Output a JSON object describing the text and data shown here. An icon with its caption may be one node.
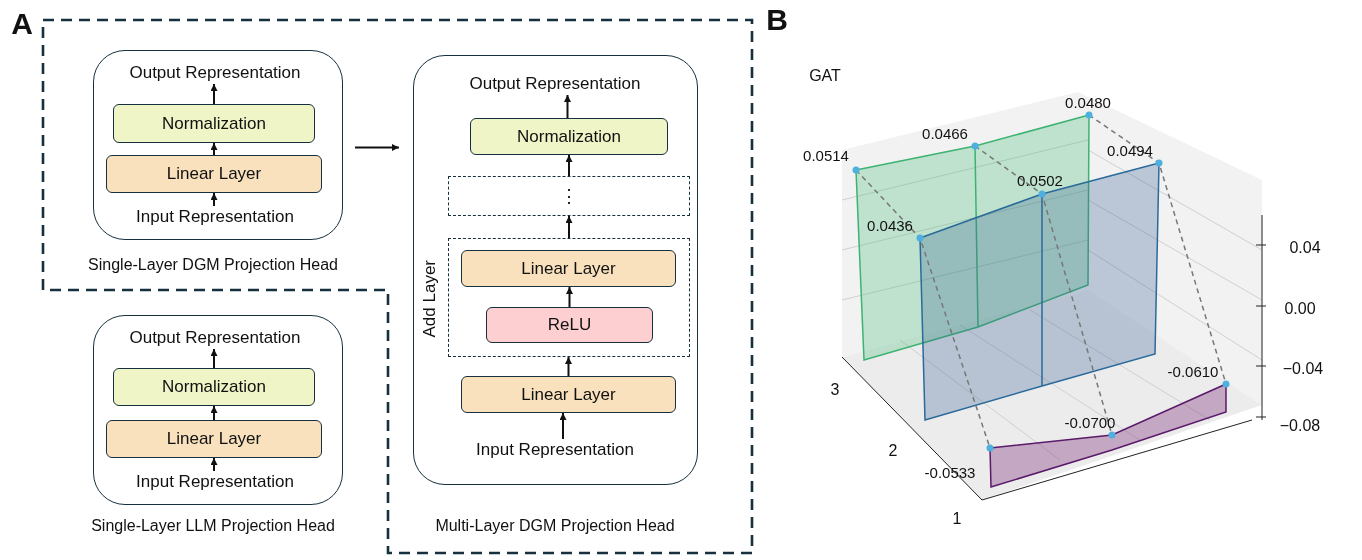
{
  "diagram": {
    "nodes": [
      {
        "text": [
          "Single-Layer DGM Projection Head"
        ]
      },
      {
        "text": [
          "Output Representation"
        ],
        "in": 0
      },
      {
        "text": [
          "Normalization"
        ],
        "in": 0
      },
      {
        "text": [
          "Linear Layer"
        ],
        "in": 0
      },
      {
        "text": [
          "Input Representation"
        ],
        "in": 0
      },
      {
        "text": [
          "Single-Layer LLM Projection Head"
        ]
      },
      {
        "text": [
          "Output Representation"
        ],
        "in": 5
      },
      {
        "text": [
          "Normalization"
        ],
        "in": 5
      },
      {
        "text": [
          "Linear Layer"
        ],
        "in": 5
      },
      {
        "text": [
          "Input Representation"
        ],
        "in": 5
      },
      {
        "text": [
          "Multi-Layer DGM Projection Head"
        ]
      },
      {
        "text": [
          "Output Representation"
        ],
        "in": 10
      },
      {
        "text": [
          "Normalization"
        ],
        "in": 10
      },
      {
        "text": [
          "⋮"
        ],
        "in": 10
      },
      {
        "text": [
          "Add Layer"
        ],
        "in": 10
      },
      {
        "text": [
          "Linear Layer"
        ],
        "in": 14
      },
      {
        "text": [
          "ReLU"
        ],
        "in": 14
      },
      {
        "text": [
          "Linear Layer"
        ],
        "in": 10
      },
      {
        "text": [
          "Input Representation"
        ],
        "in": 10
      }
    ],
    "edges": [
      {
        "from": 4,
        "to": 3,
        "arrow": "to"
      },
      {
        "from": 3,
        "to": 2,
        "arrow": "to"
      },
      {
        "from": 2,
        "to": 1,
        "arrow": "to"
      },
      {
        "from": 9,
        "to": 8,
        "arrow": "to"
      },
      {
        "from": 8,
        "to": 7,
        "arrow": "to"
      },
      {
        "from": 7,
        "to": 6,
        "arrow": "to"
      },
      {
        "from": 0,
        "to": 10,
        "arrow": "to"
      },
      {
        "from": 18,
        "to": 17,
        "arrow": "to"
      },
      {
        "from": 17,
        "to": 14,
        "arrow": "to"
      },
      {
        "from": 16,
        "to": 15,
        "arrow": "to"
      },
      {
        "from": 14,
        "to": 13,
        "arrow": "to"
      },
      {
        "from": 13,
        "to": 12,
        "arrow": "to"
      },
      {
        "from": 12,
        "to": 11,
        "arrow": "to"
      }
    ],
    "labels": [
      "A",
      "B",
      "GAT",
      "0.0480",
      "0.0466",
      "0.0514",
      "0.0494",
      "0.0502",
      "0.0436",
      "0.04",
      "0.00",
      "-0.0610",
      "−0.04",
      "3",
      "-0.0533",
      "-0.0700",
      "−0.08",
      "2",
      "1"
    ]
  }
}
